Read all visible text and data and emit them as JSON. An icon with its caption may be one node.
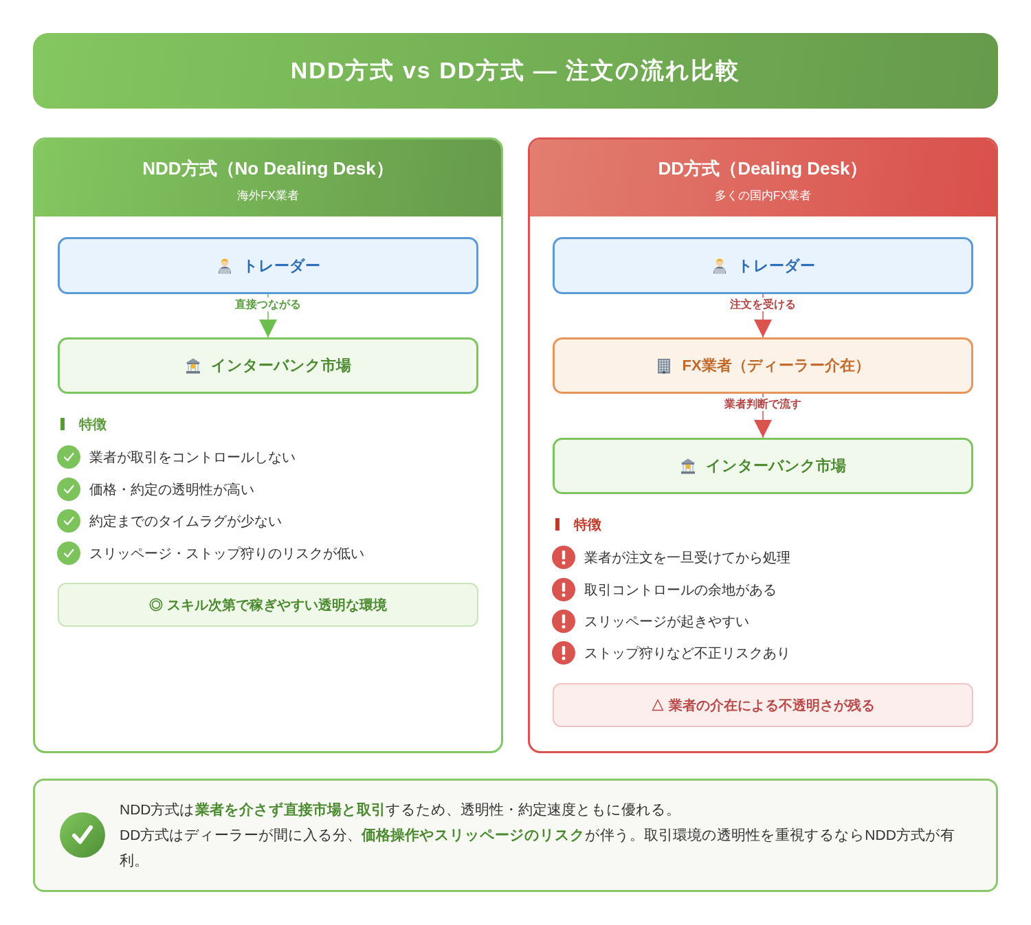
{
  "diagram": {
    "title": "NDD方式 vs DD方式 — 注文の流れ比較",
    "nodes": [
      {
        "text": [
          "NDD方式（No Dealing Desk）",
          "海外FX業者"
        ]
      },
      {
        "text": [
          "トレーダー"
        ],
        "in": 0
      },
      {
        "text": [
          "インターバンク市場"
        ],
        "in": 0
      },
      {
        "text": [
          "◎ スキル次第で稼ぎやすい透明な環境"
        ],
        "in": 0
      },
      {
        "text": [
          "DD方式（Dealing Desk）",
          "多くの国内FX業者"
        ]
      },
      {
        "text": [
          "トレーダー"
        ],
        "in": 4
      },
      {
        "text": [
          "FX業者（ディーラー介在）"
        ],
        "in": 4
      },
      {
        "text": [
          "インターバンク市場"
        ],
        "in": 4
      },
      {
        "text": [
          "△ 業者の介在による不透明さが残る"
        ],
        "in": 4
      },
      {
        "text": [
          "NDD方式は**業者を介さず直接市場と取引**するため、透明性・約定速度ともに優れる。",
          "DD方式はディーラーが間に入る分、**価格操作やスリッページのリスク**が伴う。取引環境の透明性を重視するならNDD方式が有利。"
        ]
      }
    ],
    "edges": [
      {
        "from": 1,
        "to": 2,
        "arrow": "to",
        "label": "直接つながる",
        "color": "#6cbf4f"
      },
      {
        "from": 5,
        "to": 6,
        "arrow": "to",
        "label": "注文を受ける"
      },
      {
        "from": 6,
        "to": 7,
        "arrow": "to",
        "label": "業者判断で流す"
      }
    ],
    "labels": [
      "特徴",
      "業者が取引をコントロールしない",
      "価格・約定の透明性が高い",
      "約定までのタイムラグが少ない",
      "スリッページ・ストップ狩りのリスクが低い",
      "特徴",
      "業者が注文を一旦受けてから処理",
      "取引コントロールの余地がある",
      "スリッページが起きやすい",
      "ストップ狩りなど不正リスクあり"
    ]
  }
}
